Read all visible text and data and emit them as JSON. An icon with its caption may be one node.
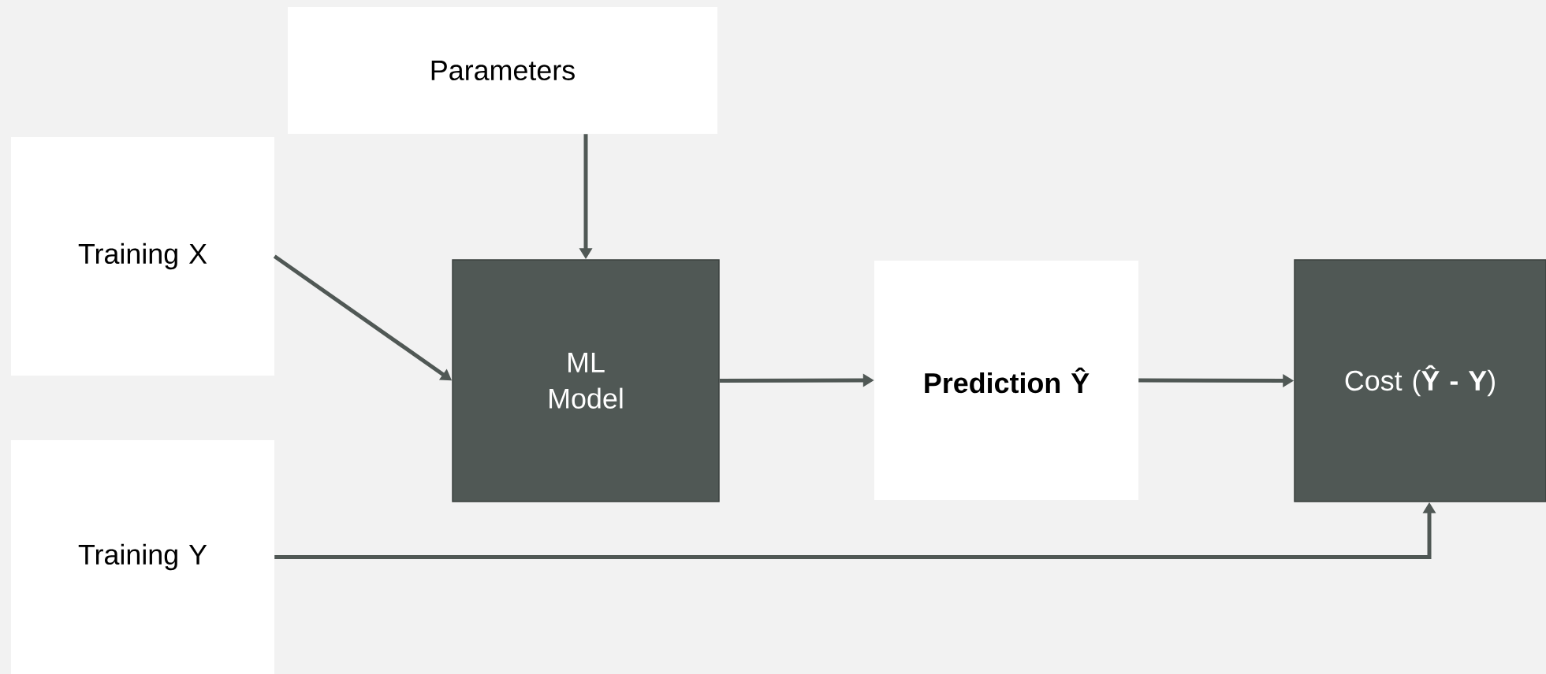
{
  "diagram": {
    "nodes": [
      {
        "text": [
          "Parameters"
        ]
      },
      {
        "text": [
          "Training X"
        ]
      },
      {
        "text": [
          "Training Y"
        ]
      },
      {
        "text": [
          "ML Model"
        ]
      },
      {
        "text": [
          "Prediction Ŷ"
        ]
      },
      {
        "text": [
          "Cost (**Ŷ - Y**)"
        ]
      }
    ],
    "edges": [
      {
        "from": 0,
        "to": 3,
        "arrow": "to"
      },
      {
        "from": 1,
        "to": 3,
        "arrow": "to"
      },
      {
        "from": 3,
        "to": 4,
        "arrow": "to"
      },
      {
        "from": 4,
        "to": 5,
        "arrow": "to"
      },
      {
        "from": 2,
        "to": 5,
        "arrow": "to"
      }
    ]
  }
}
